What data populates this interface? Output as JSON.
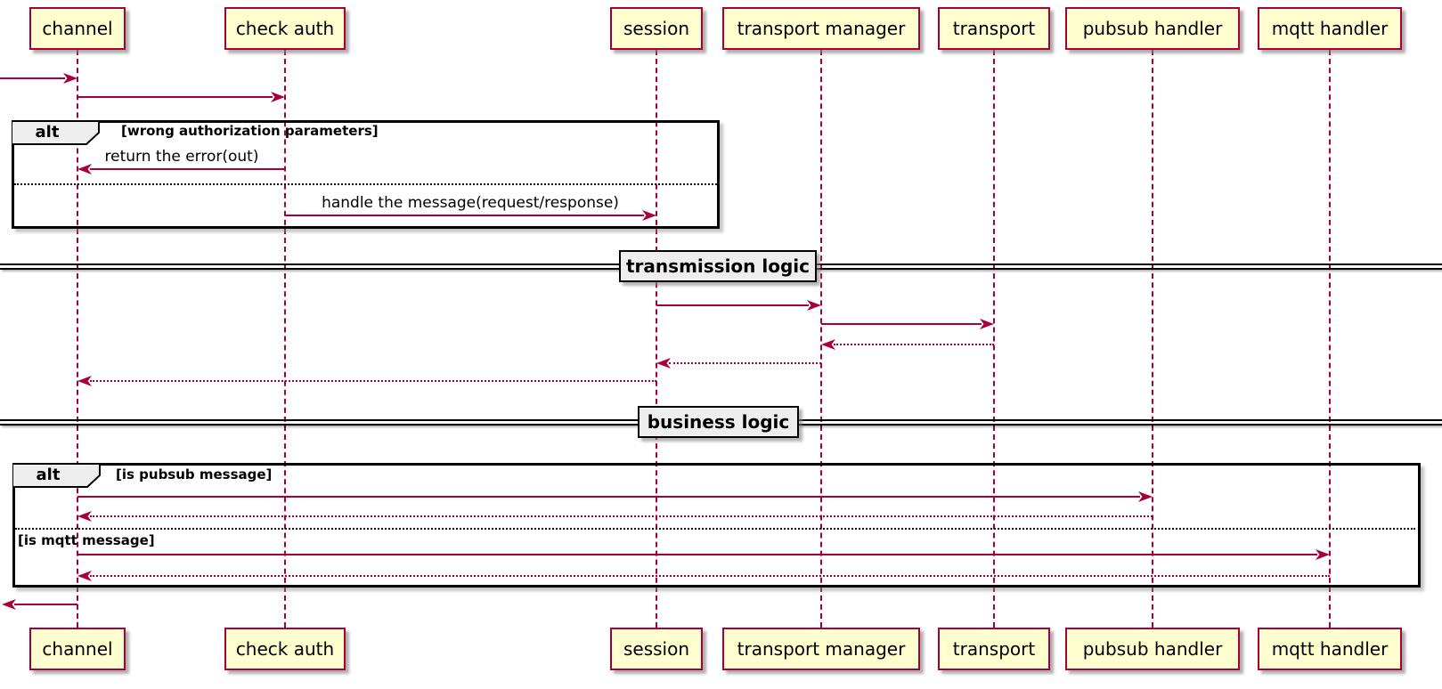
{
  "diagram_type": "sequence-diagram",
  "colors": {
    "accent": "#A80036",
    "participant_fill": "#FEFECE",
    "participant_border": "#A80036",
    "fragment_label_fill": "#EEEEEE",
    "frame_border": "#000000",
    "background": "#FFFFFF"
  },
  "participants": [
    {
      "label": "channel"
    },
    {
      "label": "check auth"
    },
    {
      "label": "session"
    },
    {
      "label": "transport manager"
    },
    {
      "label": "transport"
    },
    {
      "label": "pubsub handler"
    },
    {
      "label": "mqtt handler"
    }
  ],
  "frames": [
    {
      "operator": "alt",
      "guard1": "[wrong authorization parameters]",
      "messages": [
        {
          "label": "return the error(out)",
          "from": "check auth",
          "to": "channel",
          "style": "solid"
        },
        {
          "label": "handle the message(request/response)",
          "from": "check auth",
          "to": "session",
          "style": "solid"
        }
      ]
    },
    {
      "operator": "alt",
      "guard1": "[is pubsub message]",
      "guard2": "[is mqtt message]"
    }
  ],
  "dividers": [
    {
      "label": "transmission logic"
    },
    {
      "label": "business logic"
    }
  ]
}
